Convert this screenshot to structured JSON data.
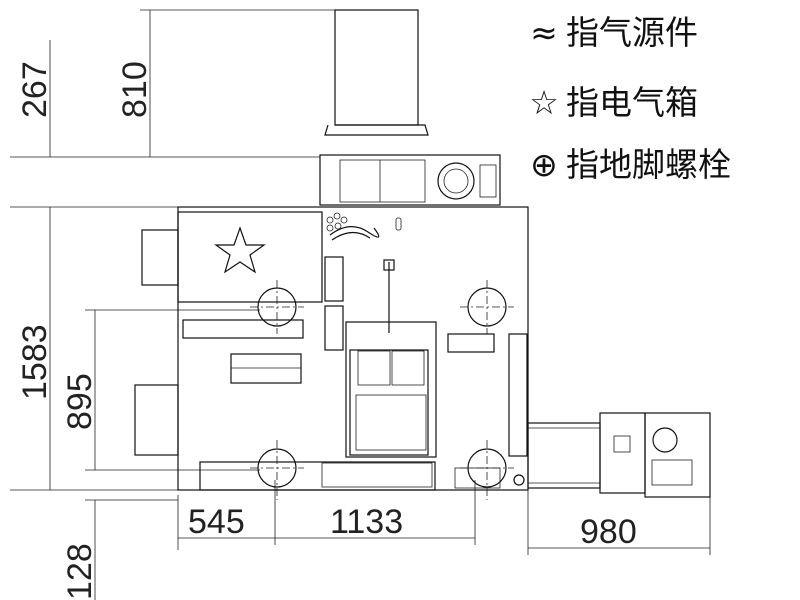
{
  "legend": [
    {
      "symbol": "≈",
      "text": "指气源件"
    },
    {
      "symbol": "☆",
      "text": "指电气箱"
    },
    {
      "symbol": "⊕",
      "text": "指地脚螺栓"
    }
  ],
  "dimensions": {
    "top_left_height": "267",
    "chimney_height": "810",
    "body_height": "1583",
    "bolt_span_height": "895",
    "bottom_offset": "128",
    "left_offset": "545",
    "bolt_span_width": "1133",
    "conveyor_length": "980"
  }
}
